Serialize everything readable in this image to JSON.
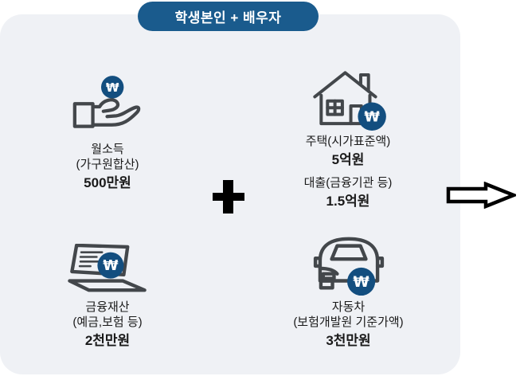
{
  "title_badge": "학생본인 + 배우자",
  "items": {
    "income": {
      "label": "월소득",
      "sublabel": "(가구원합산)",
      "value": "500만원"
    },
    "housing": {
      "label": "주택(시가표준액)",
      "value": "5억원"
    },
    "loan": {
      "label": "대출(금융기관 등)",
      "value": "1.5억원"
    },
    "financial": {
      "label": "금융재산",
      "sublabel": "(예금,보험 등)",
      "value": "2천만원"
    },
    "car": {
      "label": "자동차",
      "sublabel": "(보험개발원 기준가액)",
      "value": "3천만원"
    }
  },
  "icons": {
    "won": "₩",
    "hand_coin": "hand-receiving-coin",
    "house": "house-with-won-coin",
    "laptop": "laptop-document-with-won-coin",
    "car": "car-front-with-won-coin",
    "plus": "plus-sign",
    "arrow": "arrow-right-outline"
  },
  "colors": {
    "badge_bg": "#1A5B8D",
    "coin_bg": "#134E7F",
    "panel_bg": "#EFF1F5",
    "icon_stroke": "#43474B",
    "text": "#1A1A1A"
  }
}
